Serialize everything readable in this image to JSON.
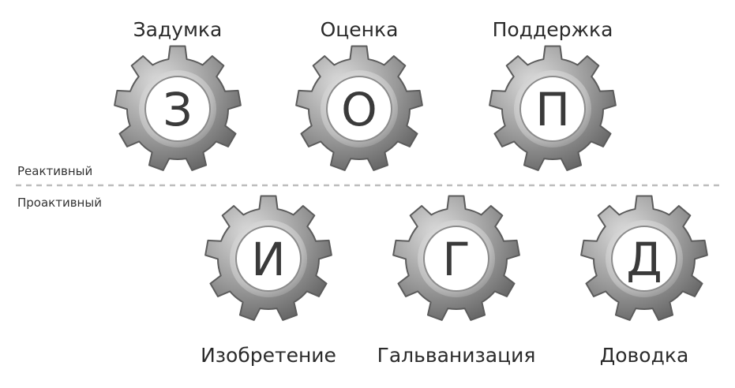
{
  "zones": {
    "reactive_label": "Реактивный",
    "proactive_label": "Проактивный"
  },
  "gears": [
    {
      "letter": "З",
      "label": "Задумка",
      "group": "reactive"
    },
    {
      "letter": "О",
      "label": "Оценка",
      "group": "reactive"
    },
    {
      "letter": "П",
      "label": "Поддержка",
      "group": "reactive"
    },
    {
      "letter": "И",
      "label": "Изобретение",
      "group": "proactive"
    },
    {
      "letter": "Г",
      "label": "Гальванизация",
      "group": "proactive"
    },
    {
      "letter": "Д",
      "label": "Доводка",
      "group": "proactive"
    }
  ],
  "colors": {
    "gear_outer": "#8e8e8e",
    "gear_light": "#d4d4d4",
    "gear_dark": "#5c5c5c",
    "gear_inner": "#ffffff",
    "divider": "#bdbdbd",
    "text": "#2b2b2b"
  }
}
